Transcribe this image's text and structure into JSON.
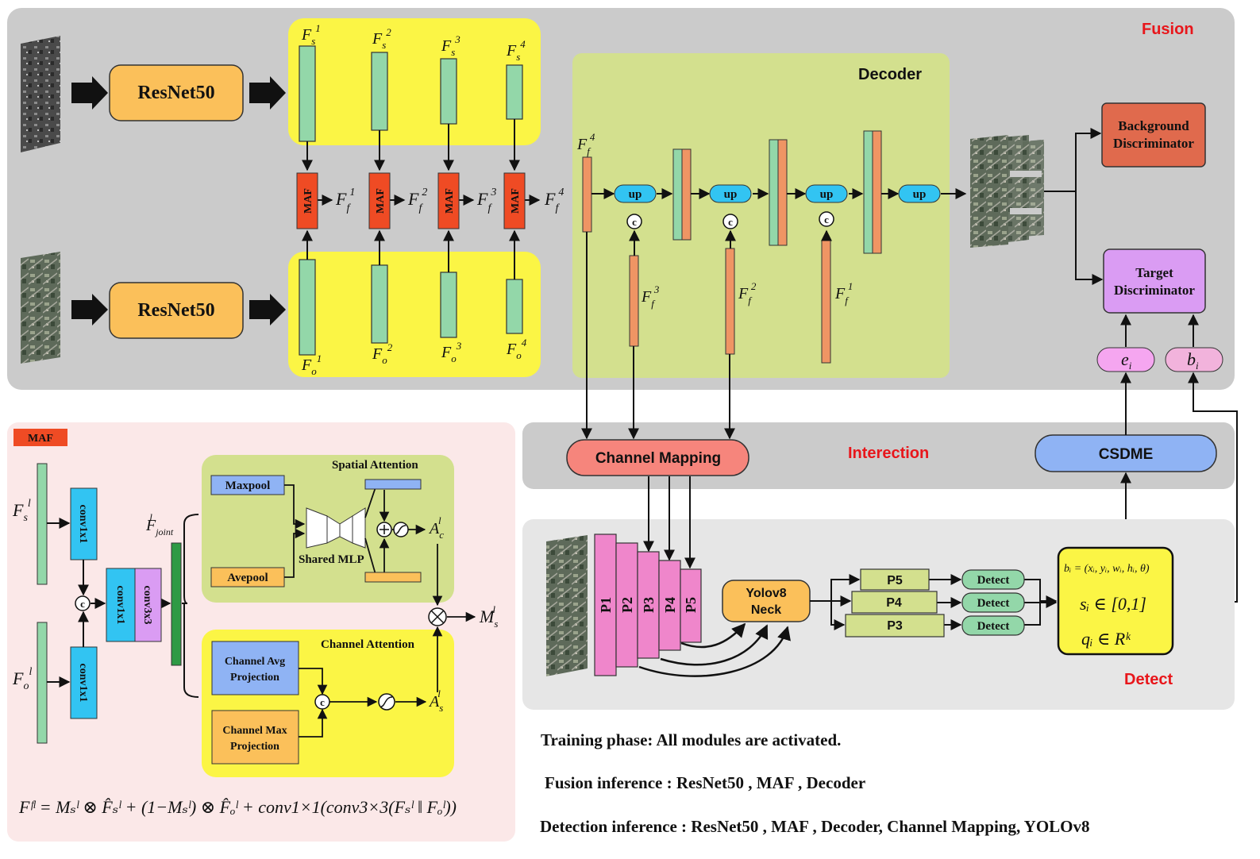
{
  "sections": {
    "fusion": "Fusion",
    "decoder": "Decoder",
    "interaction": "Interection",
    "detect": "Detect",
    "maf_tag": "MAF"
  },
  "encoder": {
    "label": "ResNet50"
  },
  "maf_label": "MAF",
  "decoder": {
    "up_label": "up",
    "concat_symbol": "c"
  },
  "discriminators": {
    "background": [
      "Background",
      "Discriminator"
    ],
    "target": [
      "Target",
      "Discriminator"
    ],
    "e_input": "e",
    "b_input": "b"
  },
  "interaction": {
    "channel_mapping": "Channel Mapping",
    "csdme": "CSDME"
  },
  "detect": {
    "pyramid": [
      "P1",
      "P2",
      "P3",
      "P4",
      "P5"
    ],
    "neck": [
      "Yolov8",
      "Neck"
    ],
    "heads": [
      "P5",
      "P4",
      "P3"
    ],
    "detect_label": "Detect",
    "outputs": [
      "bᵢ = (xᵢ, yᵢ, wᵢ, hᵢ, θ)",
      "sᵢ ∈ [0,1]",
      "qᵢ ∈ Rᵏ"
    ]
  },
  "maf_module": {
    "conv1": "conv1x1",
    "conv_joint": [
      "conv1x1",
      "conv3x3"
    ],
    "spatial": {
      "title": "Spatial Attention",
      "maxpool": "Maxpool",
      "avgpool": "Avepool",
      "mlp": "Shared  MLP"
    },
    "channel": {
      "title": "Channel Attention",
      "avg": [
        "Channel Avg",
        "Projection"
      ],
      "max": [
        "Channel Max",
        "Projection"
      ]
    },
    "formula": "Fᶠˡ = Mₛˡ ⊗ F̂ₛˡ + (1−Mₛˡ) ⊗ F̂ₒˡ + conv1×1(conv3×3(Fₛˡ ‖ Fₒˡ))"
  },
  "notes": [
    "Training phase: All modules are activated.",
    "Fusion inference : ResNet50 , MAF ,  Decoder",
    "Detection inference : ResNet50 , MAF ,  Decoder, Channel Mapping, YOLOv8"
  ],
  "colors": {
    "panel_gray": "#cbcbcb",
    "panel_yellow": "#fbf545",
    "decoder_green": "#d3e08e",
    "encoder_orange": "#fbc05a",
    "maf_red": "#ef4b24",
    "feature_green": "#93d7a9",
    "feature_orange": "#ef9564",
    "up_cyan": "#32c4f2",
    "pink": "#ef86cb",
    "violet": "#da9cf3",
    "blue": "#8fb3f4"
  }
}
